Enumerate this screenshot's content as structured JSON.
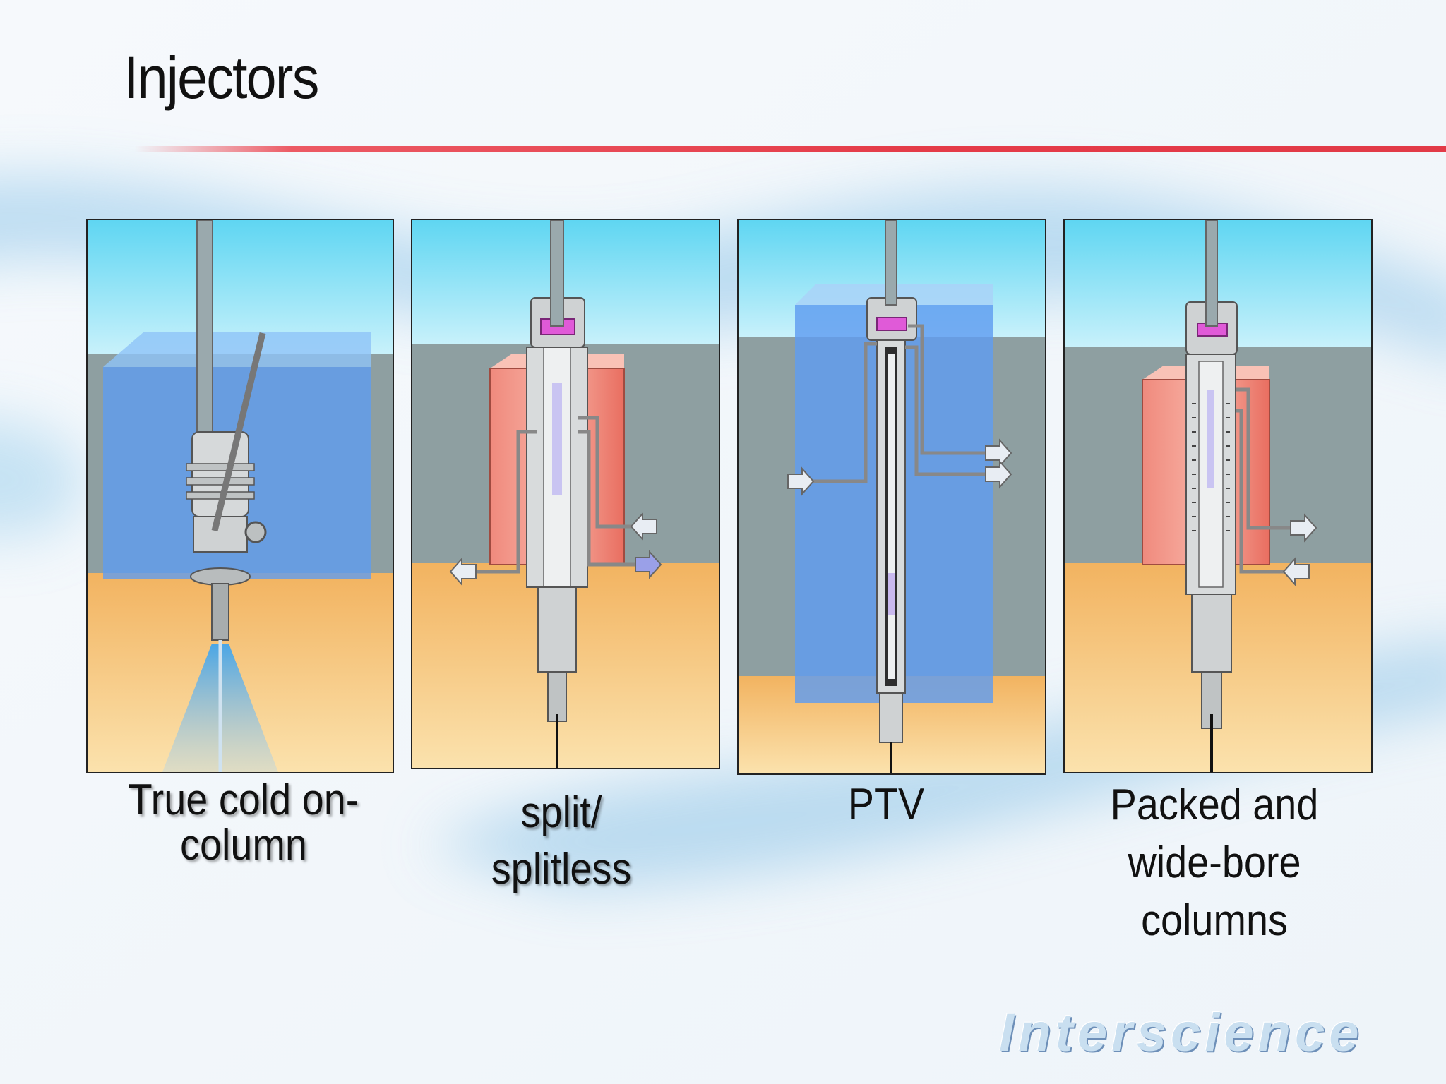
{
  "slide": {
    "title": "Injectors",
    "logo_text": "Interscience",
    "accent_color": "#e43b48"
  },
  "panels": [
    {
      "caption_lines": [
        "True cold on-",
        "column"
      ],
      "heating": "cold (blue)"
    },
    {
      "caption_lines": [
        "split/",
        "splitless"
      ],
      "heating": "hot (red)"
    },
    {
      "caption_lines": [
        "PTV"
      ],
      "heating": "cold (blue)"
    },
    {
      "caption_lines": [
        "Packed and",
        "wide-bore",
        "columns"
      ],
      "heating": "hot (red)"
    }
  ]
}
